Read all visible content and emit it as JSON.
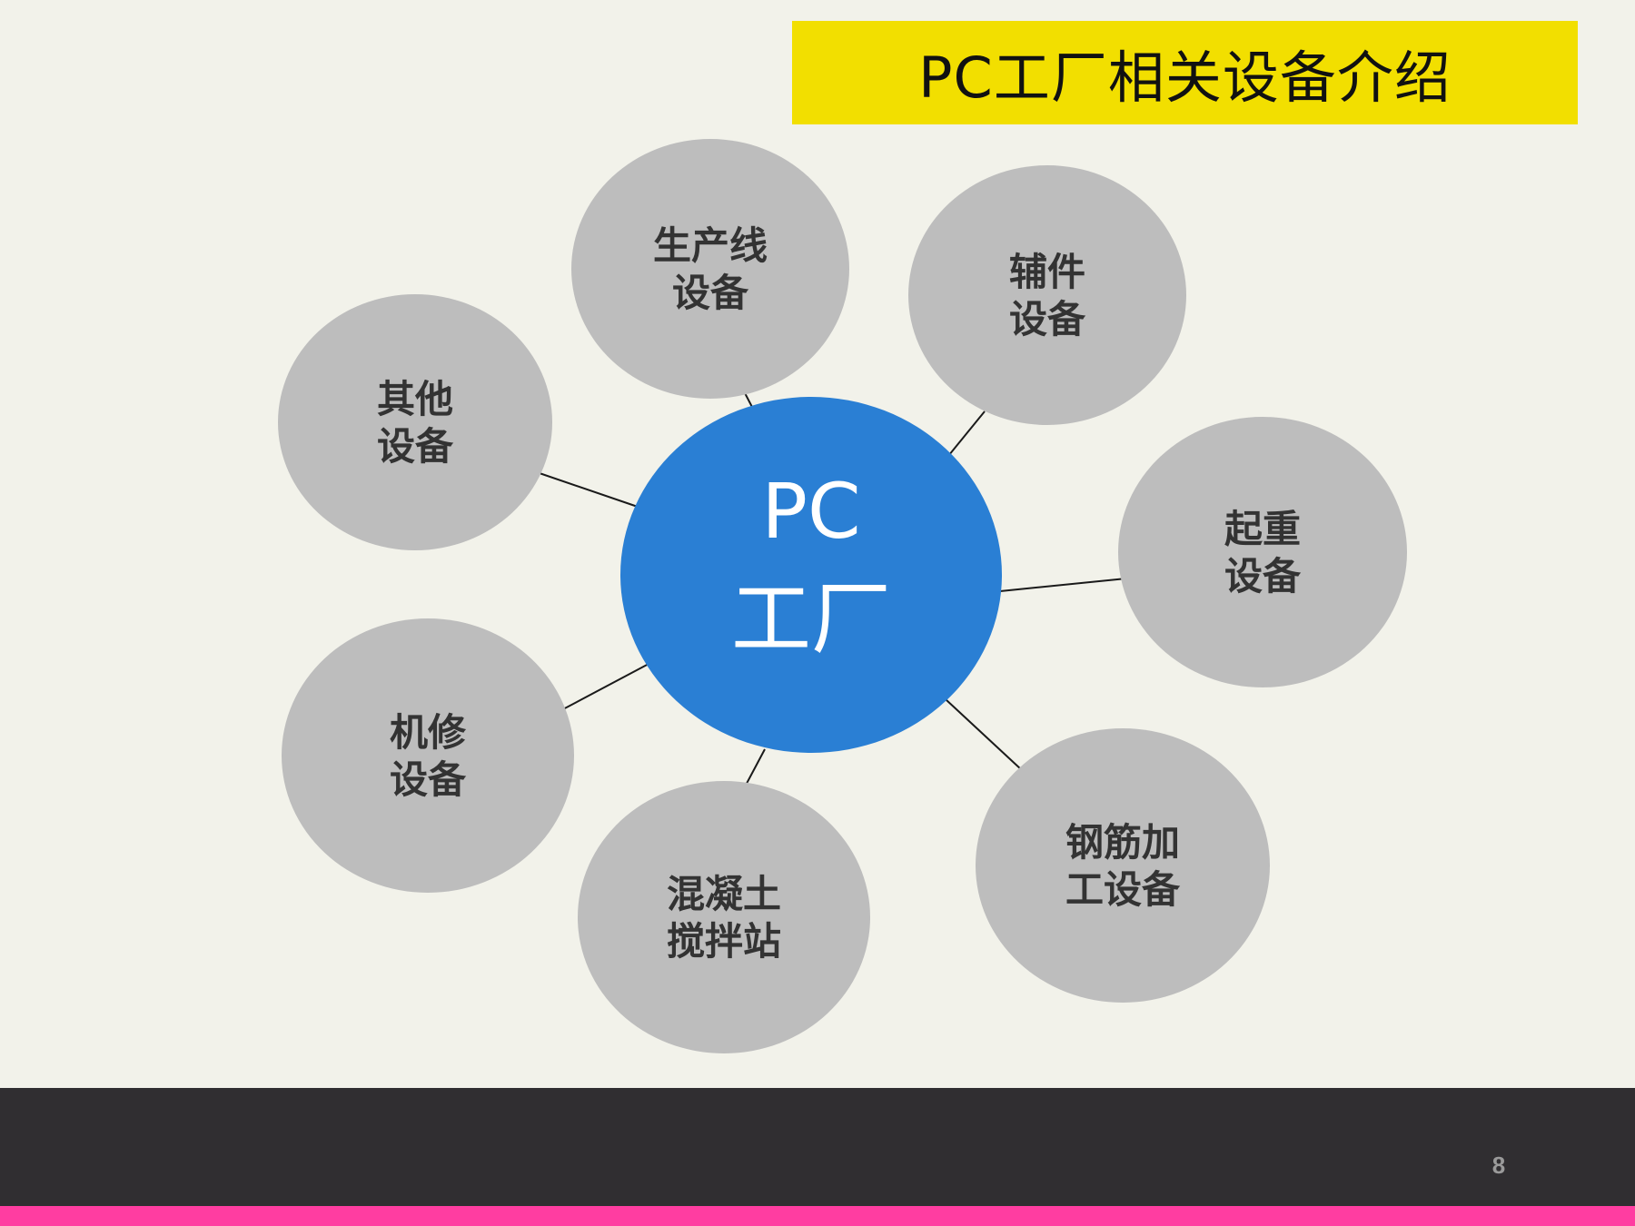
{
  "title": "PC工厂相关设备介绍",
  "colors": {
    "background": "#f2f2ea",
    "banner": "#f2df00",
    "hub": "#2a7fd4",
    "node": "#bdbdbd",
    "node_text": "#333333",
    "hub_text": "#ffffff",
    "footer": "#302e31",
    "accent": "#ff3da1"
  },
  "hub": {
    "lines": [
      "PC",
      "工厂"
    ]
  },
  "nodes": [
    {
      "id": "production-line",
      "lines": [
        "生产线",
        "设备"
      ]
    },
    {
      "id": "auxiliary",
      "lines": [
        "辅件",
        "设备"
      ]
    },
    {
      "id": "lifting",
      "lines": [
        "起重",
        "设备"
      ]
    },
    {
      "id": "rebar-processing",
      "lines": [
        "钢筋加",
        "工设备"
      ]
    },
    {
      "id": "concrete-mixing",
      "lines": [
        "混凝土",
        "搅拌站"
      ]
    },
    {
      "id": "maintenance",
      "lines": [
        "机修",
        "设备"
      ]
    },
    {
      "id": "other",
      "lines": [
        "其他",
        "设备"
      ]
    }
  ],
  "page_number": "8"
}
